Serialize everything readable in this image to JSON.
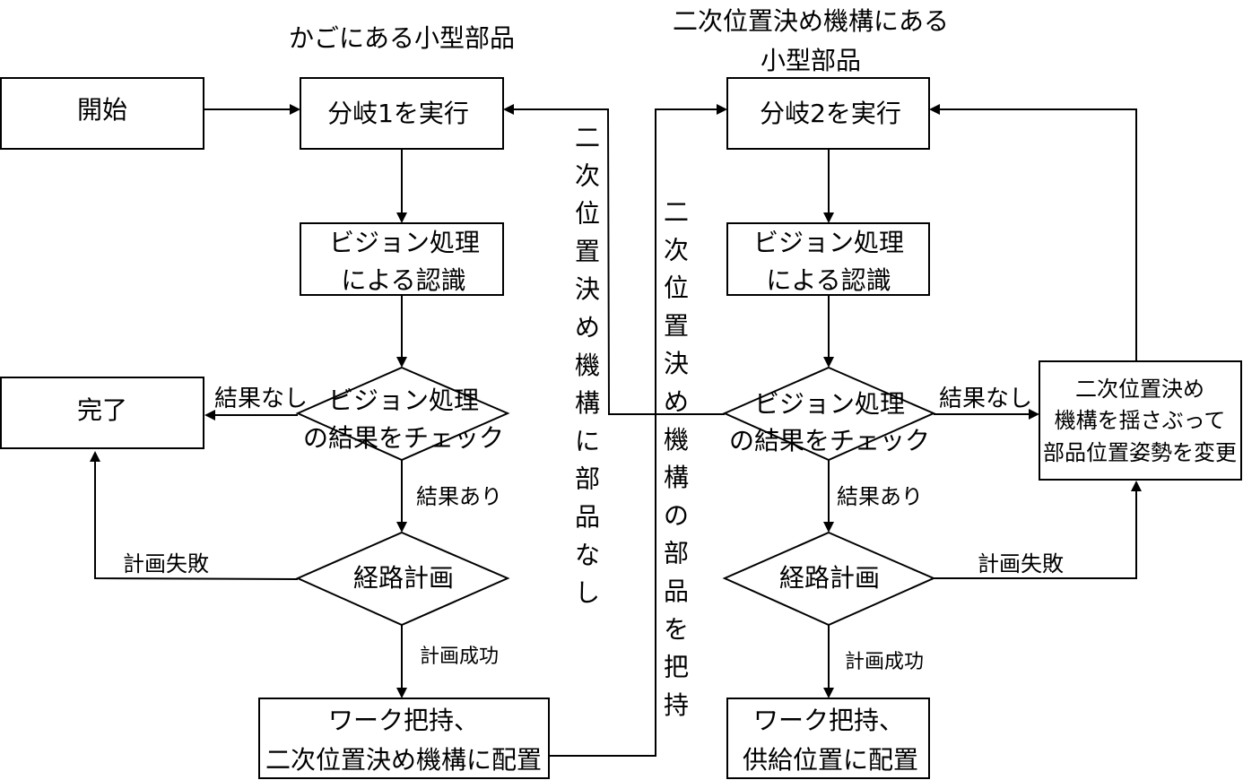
{
  "headers": {
    "left": "かごにある小型部品",
    "right_line1": "二次位置決め機構にある",
    "right_line2": "小型部品"
  },
  "nodes": {
    "start": "開始",
    "done": "完了",
    "branch1": "分岐1を実行",
    "branch2": "分岐2を実行",
    "vision1_line1": "ビジョン処理",
    "vision1_line2": "による認識",
    "vision2_line1": "ビジョン処理",
    "vision2_line2": "による認識",
    "check1_line1": "ビジョン処理",
    "check1_line2": "の結果をチェック",
    "check2_line1": "ビジョン処理",
    "check2_line2": "の結果をチェック",
    "path1": "経路計画",
    "path2": "経路計画",
    "pick1_line1": "ワーク把持、",
    "pick1_line2": "二次位置決め機構に配置",
    "pick2_line1": "ワーク把持、",
    "pick2_line2": "供給位置に配置",
    "shake_line1": "二次位置決め",
    "shake_line2": "機構を揺さぶって",
    "shake_line3": "部品位置姿勢を変更"
  },
  "edge_labels": {
    "no_result_left": "結果なし",
    "result_left": "結果あり",
    "plan_fail_left": "計画失敗",
    "plan_success_left": "計画成功",
    "no_result_right": "結果なし",
    "result_right": "結果あり",
    "plan_fail_right": "計画失敗",
    "plan_success_right": "計画成功"
  },
  "vertical_labels": {
    "no_parts": [
      "二",
      "次",
      "位",
      "置",
      "決",
      "め",
      "機",
      "構",
      "に",
      "部",
      "品",
      "な",
      "し"
    ],
    "pick_parts": [
      "二",
      "次",
      "位",
      "置",
      "決",
      "め",
      "機",
      "構",
      "の",
      "部",
      "品",
      "を",
      "把",
      "持"
    ]
  }
}
